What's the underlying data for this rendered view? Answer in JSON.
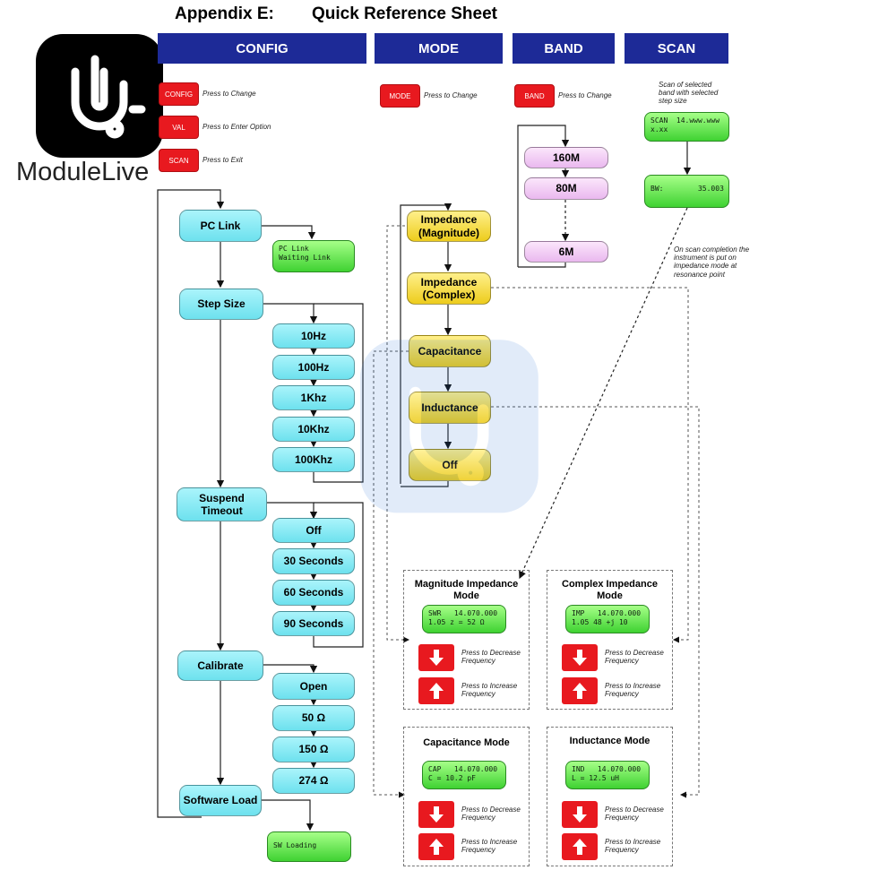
{
  "logo": {
    "brand": "ModuleLive"
  },
  "title": {
    "appendix": "Appendix E:",
    "name": "Quick Reference Sheet"
  },
  "headers": {
    "config": "CONFIG",
    "mode": "MODE",
    "band": "BAND",
    "scan": "SCAN"
  },
  "legend": {
    "config_btn": "CONFIG",
    "config_desc": "Press to Change",
    "val_btn": "VAL",
    "val_desc": "Press to Enter Option",
    "scan_btn": "SCAN",
    "scan_desc": "Press to Exit",
    "mode_btn": "MODE",
    "mode_desc": "Press to Change",
    "band_btn": "BAND",
    "band_desc": "Press to Change",
    "scan_note": "Scan of selected band with selected step size",
    "completion_note": "On scan completion the instrument is put on impedance mode at resonance point"
  },
  "config": {
    "pc_link": "PC Link",
    "pc_link_lcd": "PC Link\nWaiting Link",
    "step_size": "Step Size",
    "steps": [
      "10Hz",
      "100Hz",
      "1Khz",
      "10Khz",
      "100Khz"
    ],
    "suspend": "Suspend Timeout",
    "timeouts": [
      "Off",
      "30 Seconds",
      "60 Seconds",
      "90 Seconds"
    ],
    "calibrate": "Calibrate",
    "calibrations": [
      "Open",
      "50 Ω",
      "150 Ω",
      "274 Ω"
    ],
    "software_load": "Software Load",
    "sw_lcd": "SW Loading"
  },
  "mode": {
    "items": [
      "Impedance (Magnitude)",
      "Impedance (Complex)",
      "Capacitance",
      "Inductance",
      "Off"
    ]
  },
  "band": {
    "items": [
      "160M",
      "80M",
      "6M"
    ]
  },
  "scan": {
    "lcd1": "SCAN  14.www.www\nx.xx",
    "lcd2": "BW:        35.003"
  },
  "modes": [
    {
      "title": "Magnitude Impedance Mode",
      "lcd": "SWR   14.070.000\n1.05 z = 52 Ω",
      "down": "Press to Decrease Frequency",
      "up": "Press to Increase Frequency"
    },
    {
      "title": "Complex Impedance Mode",
      "lcd": "IMP   14.070.000\n1.05 48 +j 10",
      "down": "Press to Decrease Frequency",
      "up": "Press to Increase Frequency"
    },
    {
      "title": "Capacitance Mode",
      "lcd": "CAP   14.070.000\nC = 10.2 pF",
      "down": "Press to Decrease Frequency",
      "up": "Press to Increase Frequency"
    },
    {
      "title": "Inductance Mode",
      "lcd": "IND   14.070.000\nL = 12.5 uH",
      "down": "Press to Decrease Frequency",
      "up": "Press to Increase Frequency"
    }
  ]
}
